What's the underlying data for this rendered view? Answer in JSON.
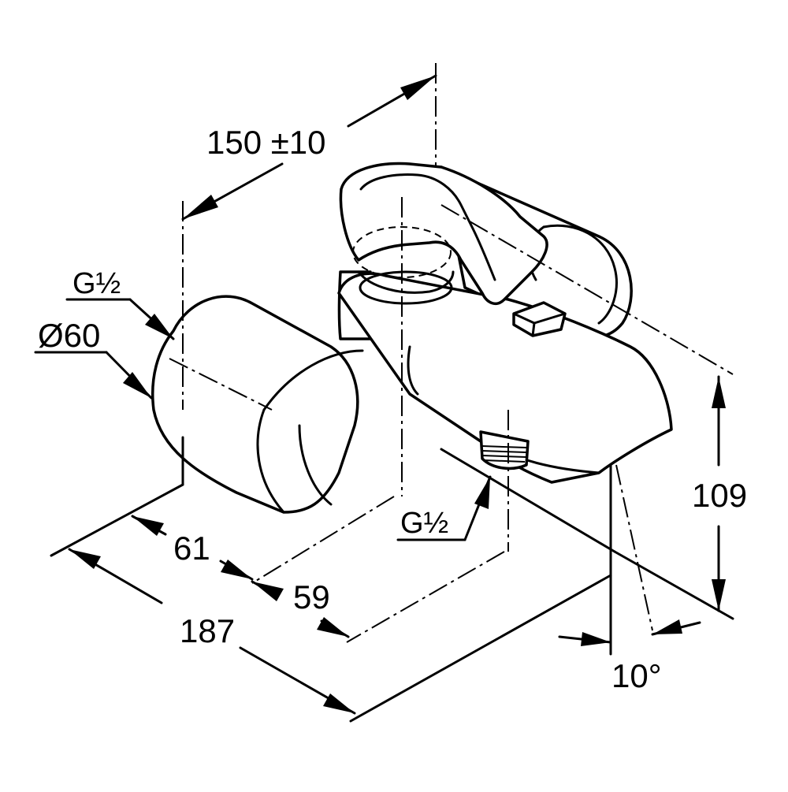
{
  "dimensions": {
    "centers_distance": "150 ±10",
    "height": "109",
    "outlet_depth": "61",
    "spout_offset": "59",
    "total_depth": "187",
    "angle": "10°",
    "diameter": "Ø60",
    "inlet_thread": "G½",
    "outlet_thread": "G½"
  }
}
